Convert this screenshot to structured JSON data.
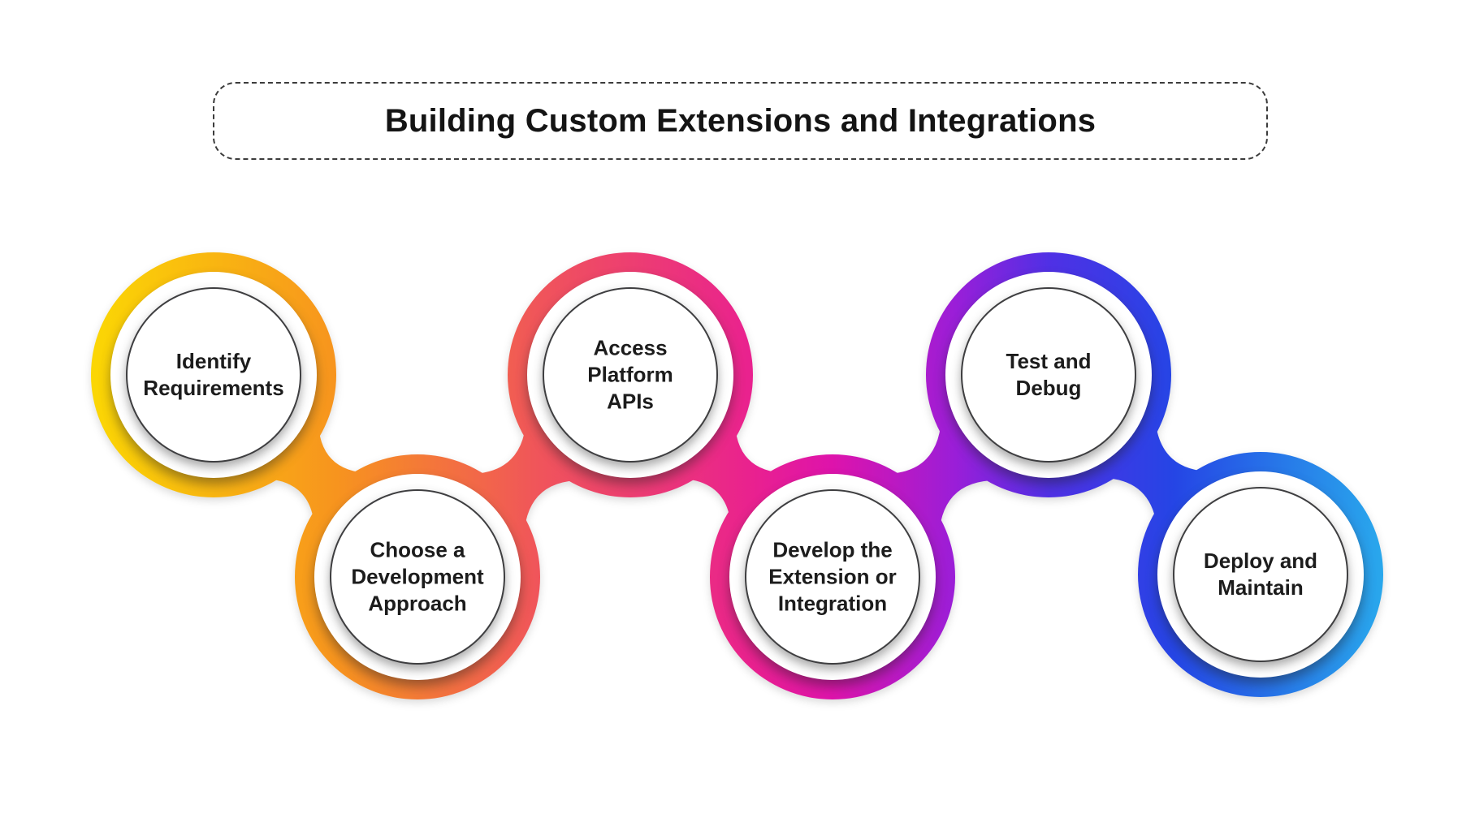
{
  "title": {
    "label": "Building Custom Extensions and Integrations"
  },
  "steps": [
    {
      "name": "identify-requirements",
      "label": "Identify\nRequirements"
    },
    {
      "name": "choose-development-approach",
      "label": "Choose a\nDevelopment\nApproach"
    },
    {
      "name": "access-platform-apis",
      "label": "Access\nPlatform\nAPIs"
    },
    {
      "name": "develop-extension-or-integration",
      "label": "Develop the\nExtension or\nIntegration"
    },
    {
      "name": "test-and-debug",
      "label": "Test and\nDebug"
    },
    {
      "name": "deploy-and-maintain",
      "label": "Deploy and\nMaintain"
    }
  ],
  "gradient": {
    "yellow": "#FBD704",
    "orange": "#F7941E",
    "red": "#F0555A",
    "pink": "#E9218F",
    "magenta": "#DE13AB",
    "purple": "#9A1ED8",
    "violet": "#5030E5",
    "blue": "#2545E5",
    "cyan": "#29A8EC"
  },
  "colors": {
    "background": "#FFFFFF",
    "text": "#1C1C1C",
    "circle_border": "#3E3E40",
    "title_border": "#3C3C3C"
  }
}
